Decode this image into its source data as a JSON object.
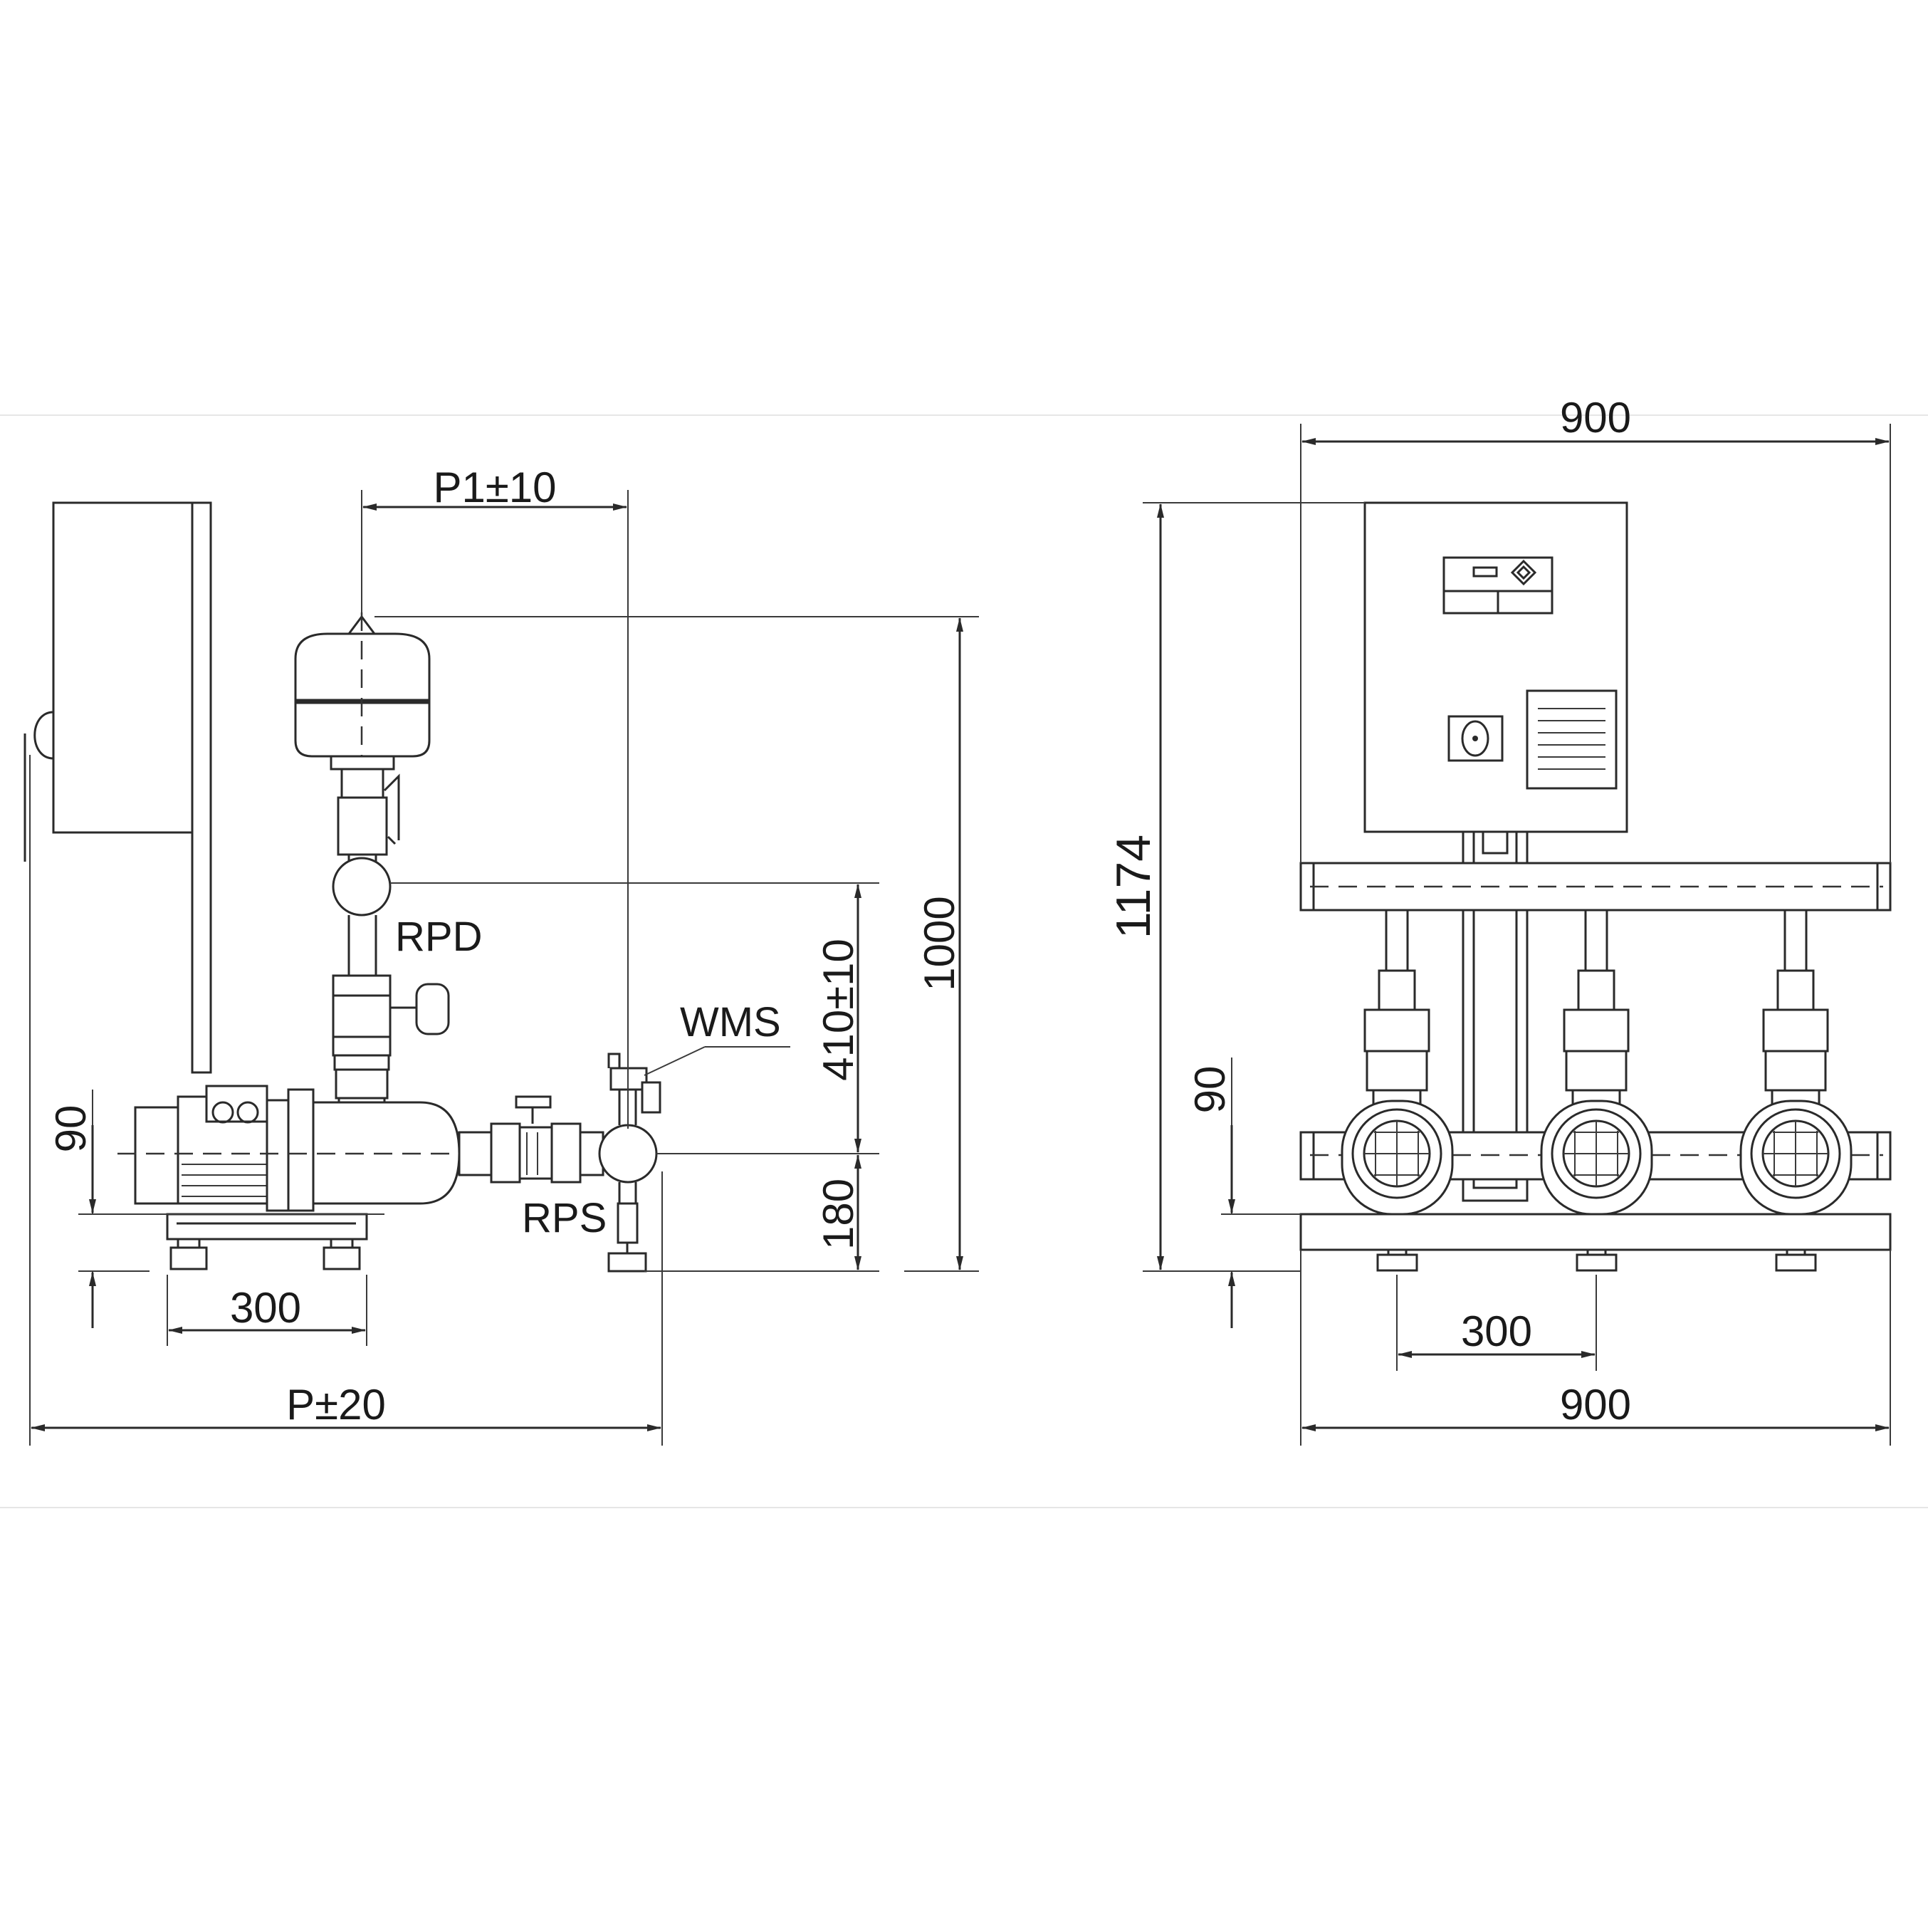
{
  "side_view": {
    "dim_p1": "P1±10",
    "dim_1000": "1000",
    "dim_410": "410±10",
    "dim_180": "180",
    "dim_90": "90",
    "dim_300": "300",
    "dim_p": "P±20",
    "label_rpd": "RPD",
    "label_wms": "WMS",
    "label_rps": "RPS"
  },
  "front_view": {
    "dim_900_top": "900",
    "dim_1174": "1174",
    "dim_90": "90",
    "dim_300": "300",
    "dim_900_bottom": "900"
  }
}
